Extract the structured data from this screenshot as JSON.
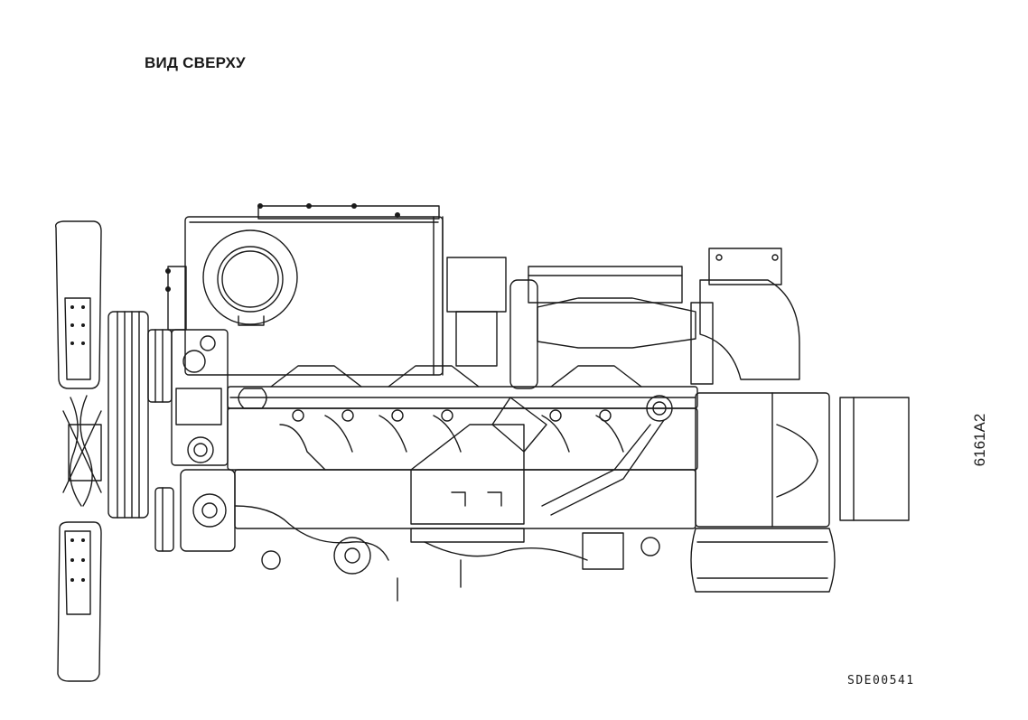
{
  "diagram": {
    "title": "ВИД СВЕРХУ",
    "figure_code": "6161A2",
    "document_code": "SDE00541",
    "line_color": "#1a1a1a",
    "background_color": "#ffffff"
  }
}
